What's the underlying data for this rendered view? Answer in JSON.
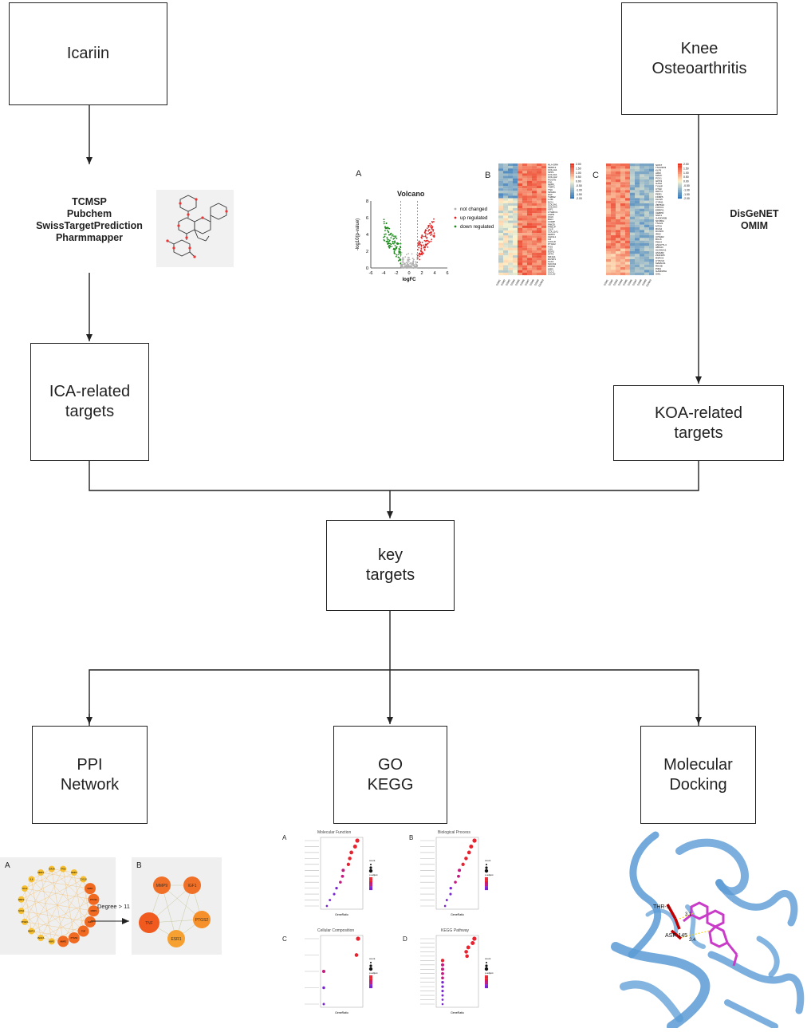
{
  "nodes": {
    "icariin": "Icariin",
    "koa_line1": "Knee",
    "koa_line2": "Osteoarthritis",
    "ica_line1": "ICA-related",
    "ica_line2": "targets",
    "koat_line1": "KOA-related",
    "koat_line2": "targets",
    "key_line1": "key",
    "key_line2": "targets",
    "ppi_line1": "PPI",
    "ppi_line2": "Network",
    "go_line1": "GO",
    "go_line2": "KEGG",
    "md_line1": "Molecular",
    "md_line2": "Docking"
  },
  "sources": {
    "ica": [
      "TCMSP",
      "Pubchem",
      "SwissTargetPrediction",
      "Pharmmapper"
    ],
    "koa": [
      "DisGeNET",
      "OMIM"
    ]
  },
  "volcano": {
    "panel_letter": "A",
    "title": "Volcano",
    "xlabel": "logFC",
    "ylabel": "-log10(p-value)",
    "x_ticks": [
      "-6",
      "-4",
      "-2",
      "0",
      "2",
      "4",
      "6"
    ],
    "y_ticks": [
      "0",
      "2",
      "4",
      "6",
      "8"
    ],
    "legend": [
      "not changed",
      "up regulated",
      "down regulated"
    ],
    "colors": {
      "up": "#e02020",
      "down": "#1a8a1a",
      "nc": "#b0b0b0"
    }
  },
  "heatmaps": {
    "b_letter": "B",
    "c_letter": "C",
    "scale_b": [
      "2.00",
      "1.50",
      "1.00",
      "0.50",
      "0.00",
      "-0.50",
      "-1.00",
      "-1.50",
      "-2.00"
    ],
    "scale_c": [
      "2.00",
      "1.50",
      "1.00",
      "0.50",
      "0.00",
      "-0.50",
      "-1.00",
      "-1.50",
      "-2.00"
    ],
    "genes_b": [
      "HLA-DRA",
      "MMP13",
      "COL1A1",
      "SPP1",
      "COL3A1",
      "COL1A2",
      "POSTN",
      "FN1",
      "MMP1",
      "TIMP1",
      "TNC",
      "SPARC",
      "FAP",
      "THBS2",
      "LUM",
      "DCN",
      "COL5A1",
      "COL6A3",
      "IGF1",
      "CTHRC1",
      "ASPN",
      "OGN",
      "BGN",
      "COMP",
      "FMOD",
      "PRELP",
      "CILP",
      "COL11A1",
      "MMP3",
      "CHI3L1",
      "IL6",
      "CXCL8",
      "PTGS2",
      "FOS",
      "JUN",
      "EGR1",
      "ATF3",
      "NR4A1",
      "DUSP1",
      "KLF4",
      "SOCS3",
      "ZFP36",
      "IER3",
      "CCL2",
      "CCL20"
    ],
    "genes_c": [
      "SOST",
      "TSC22D3",
      "KLF9",
      "ADM",
      "MAFF",
      "PCK1",
      "GPX3",
      "GAS2",
      "TXNIP",
      "CTGF",
      "DDIT4",
      "PER1",
      "FKBP5",
      "KLF15",
      "CYR61",
      "ZBTB16",
      "FOXO1",
      "ERRFI1",
      "CEBPD",
      "SGK1",
      "GADD45B",
      "NFKBIA",
      "TSC22",
      "MT2A",
      "RGS2",
      "DUSP6",
      "IRS2",
      "CITED2",
      "BCL6",
      "PDK4",
      "ANGPTL4",
      "ABCA1",
      "ALDH1A1",
      "HMGB2",
      "ZFAND5",
      "RSPO3",
      "CYP2J2",
      "MAMLD1",
      "RHOB",
      "PIM1",
      "GADD45A",
      "SIK1"
    ]
  },
  "ppi": {
    "a_letter": "A",
    "b_letter": "B",
    "arrow_label": "Degree > 11",
    "nodes_a": [
      "MMP3",
      "IGF1R",
      "TP53",
      "MMP9",
      "CXCL8",
      "ESR1",
      "PTGS2",
      "MMP1",
      "IGF1",
      "TNF",
      "PTGS3",
      "MMP2",
      "HBP1",
      "VEGFA",
      "MMP13",
      "PPARG",
      "NOS2",
      "MMP2",
      "CCL2",
      "IL6"
    ],
    "nodes_b": [
      "MMP9",
      "IGF1",
      "TNF",
      "PTGS2",
      "ESR1"
    ]
  },
  "go": {
    "a_letter": "A",
    "b_letter": "B",
    "c_letter": "C",
    "d_letter": "D",
    "mf_title": "Molecular Function",
    "bp_title": "Biological Process",
    "cc_title": "Cellular Composition",
    "kegg_title": "KEGG Pathway",
    "xlabel": "GeneRatio",
    "legend_count": "count",
    "legend_p": "p.adjust"
  },
  "docking": {
    "res1": "THR-1",
    "res2": "ASP-145",
    "dist1": "3.1",
    "dist2": "2.4"
  }
}
